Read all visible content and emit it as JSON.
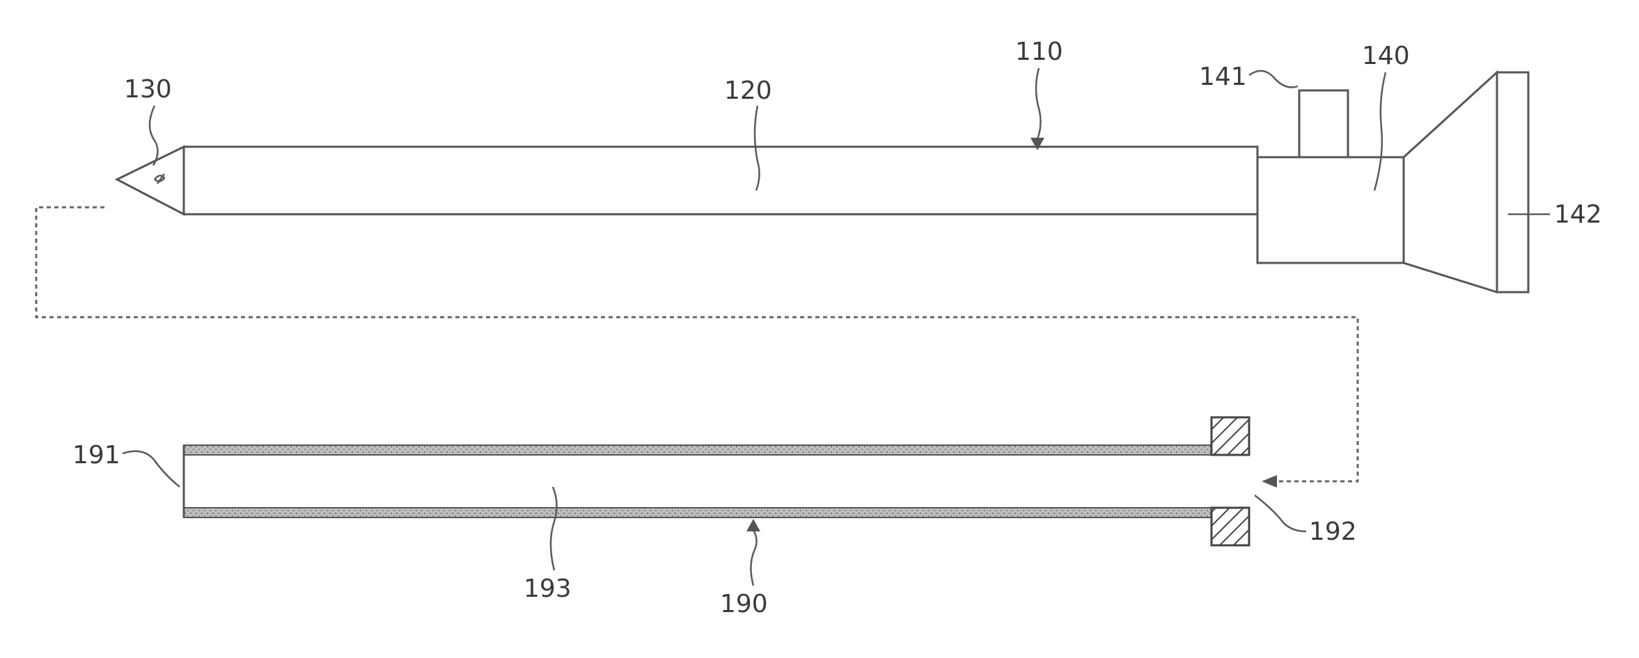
{
  "diagram": {
    "labels": {
      "instrument_assembly": "110",
      "shaft": "120",
      "tip": "130",
      "handle_body": "140",
      "side_port": "141",
      "end_cap": "142",
      "sheath_tube": "190",
      "sheath_distal_end": "191",
      "sheath_proximal_opening": "192",
      "sheath_lumen": "193"
    }
  }
}
